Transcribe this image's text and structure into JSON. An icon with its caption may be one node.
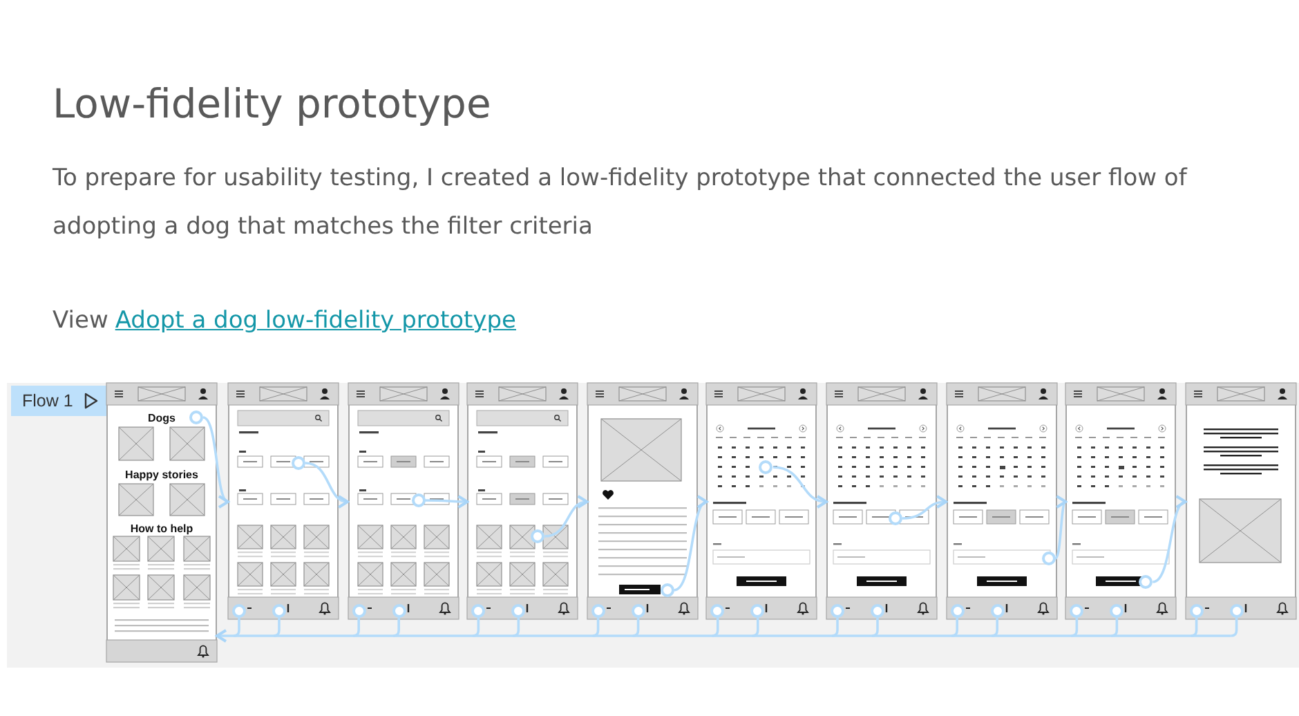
{
  "diagram": {
    "title": "Low-fidelity prototype",
    "nodes": [
      {
        "text": [
          "Flow 1"
        ]
      },
      {
        "text": [
          "Dogs",
          "Happy stories",
          "How to help"
        ]
      },
      {
        "text": [],
        "shape": "box"
      },
      {
        "text": [],
        "shape": "box"
      },
      {
        "text": [],
        "shape": "box"
      },
      {
        "text": [],
        "shape": "box"
      },
      {
        "text": [],
        "shape": "box"
      },
      {
        "text": [],
        "shape": "box"
      },
      {
        "text": [],
        "shape": "box"
      },
      {
        "text": [],
        "shape": "box"
      },
      {
        "text": [],
        "shape": "box"
      },
      {
        "text": [],
        "shape": "circle",
        "in": 1
      },
      {
        "text": [],
        "shape": "circle",
        "in": 2
      },
      {
        "text": [],
        "shape": "circle",
        "in": 3
      },
      {
        "text": [],
        "shape": "circle",
        "in": 4
      },
      {
        "text": [],
        "shape": "circle",
        "in": 5
      },
      {
        "text": [],
        "shape": "circle",
        "in": 6
      },
      {
        "text": [],
        "shape": "circle",
        "in": 7
      },
      {
        "text": [],
        "shape": "circle",
        "in": 8
      },
      {
        "text": [],
        "shape": "circle",
        "in": 9
      },
      {
        "text": [],
        "shape": "circle",
        "in": 2
      },
      {
        "text": [],
        "shape": "circle",
        "in": 2
      },
      {
        "text": [],
        "shape": "circle",
        "in": 3
      },
      {
        "text": [],
        "shape": "circle",
        "in": 3
      },
      {
        "text": [],
        "shape": "circle",
        "in": 4
      },
      {
        "text": [],
        "shape": "circle",
        "in": 4
      },
      {
        "text": [],
        "shape": "circle",
        "in": 5
      },
      {
        "text": [],
        "shape": "circle",
        "in": 5
      },
      {
        "text": [],
        "shape": "circle",
        "in": 6
      },
      {
        "text": [],
        "shape": "circle",
        "in": 6
      },
      {
        "text": [],
        "shape": "circle",
        "in": 7
      },
      {
        "text": [],
        "shape": "circle",
        "in": 7
      },
      {
        "text": [],
        "shape": "circle",
        "in": 8
      },
      {
        "text": [],
        "shape": "circle",
        "in": 8
      },
      {
        "text": [],
        "shape": "circle",
        "in": 9
      },
      {
        "text": [],
        "shape": "circle",
        "in": 9
      },
      {
        "text": [],
        "shape": "circle",
        "in": 10
      },
      {
        "text": [],
        "shape": "circle",
        "in": 10
      }
    ],
    "edges": [
      {
        "from": 11,
        "to": 2,
        "arrow": "to"
      },
      {
        "from": 12,
        "to": 3,
        "arrow": "to"
      },
      {
        "from": 13,
        "to": 4,
        "arrow": "to"
      },
      {
        "from": 14,
        "to": 5,
        "arrow": "to"
      },
      {
        "from": 15,
        "to": 6,
        "arrow": "to"
      },
      {
        "from": 16,
        "to": 7,
        "arrow": "to"
      },
      {
        "from": 17,
        "to": 8,
        "arrow": "to"
      },
      {
        "from": 18,
        "to": 9,
        "arrow": "to"
      },
      {
        "from": 19,
        "to": 10,
        "arrow": "to"
      },
      {
        "from": 20,
        "to": 1,
        "arrow": "to"
      },
      {
        "from": 21,
        "to": 1,
        "arrow": "to"
      },
      {
        "from": 22,
        "to": 1,
        "arrow": "to"
      },
      {
        "from": 23,
        "to": 1,
        "arrow": "to"
      },
      {
        "from": 24,
        "to": 1,
        "arrow": "to"
      },
      {
        "from": 25,
        "to": 1,
        "arrow": "to"
      },
      {
        "from": 26,
        "to": 1,
        "arrow": "to"
      },
      {
        "from": 27,
        "to": 1,
        "arrow": "to"
      },
      {
        "from": 28,
        "to": 1,
        "arrow": "to"
      },
      {
        "from": 29,
        "to": 1,
        "arrow": "to"
      },
      {
        "from": 30,
        "to": 1,
        "arrow": "to"
      },
      {
        "from": 31,
        "to": 1,
        "arrow": "to"
      },
      {
        "from": 32,
        "to": 1,
        "arrow": "to"
      },
      {
        "from": 33,
        "to": 1,
        "arrow": "to"
      },
      {
        "from": 34,
        "to": 1,
        "arrow": "to"
      },
      {
        "from": 35,
        "to": 1,
        "arrow": "to"
      },
      {
        "from": 36,
        "to": 1,
        "arrow": "to"
      },
      {
        "from": 37,
        "to": 1,
        "arrow": "to"
      }
    ],
    "labels": [
      "To prepare for usability testing, I created a low-fidelity prototype that connected the user flow of adopting a dog that matches the filter criteria",
      "View",
      "Adopt a dog low-fidelity prototype"
    ]
  }
}
